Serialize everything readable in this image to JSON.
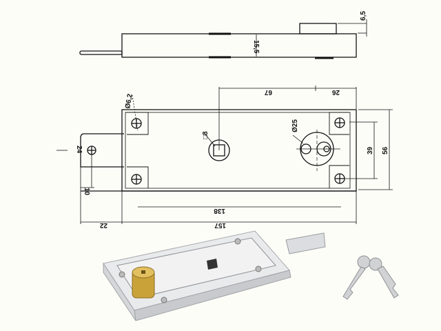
{
  "top_view": {
    "dim_cylinder_height": "6,5",
    "dim_body_thickness": "15,5"
  },
  "front_view": {
    "dim_hole_diameter": "Ø6,2",
    "dim_square_drive": "□8",
    "dim_cylinder_diameter": "Ø25",
    "dim_tab_height": "24",
    "dim_tab_hole_offset": "10",
    "dim_hole_spacing_vertical": "39",
    "dim_plate_height": "56",
    "dim_drive_to_cylinder": "67",
    "dim_cylinder_to_edge": "26",
    "dim_inner_length": "138",
    "dim_body_length": "157",
    "dim_bolt_extension": "22"
  },
  "colors": {
    "line": "#111111",
    "background": "#fdfdf8",
    "brass": "#c9a23a",
    "metal": "#d8dadc"
  }
}
